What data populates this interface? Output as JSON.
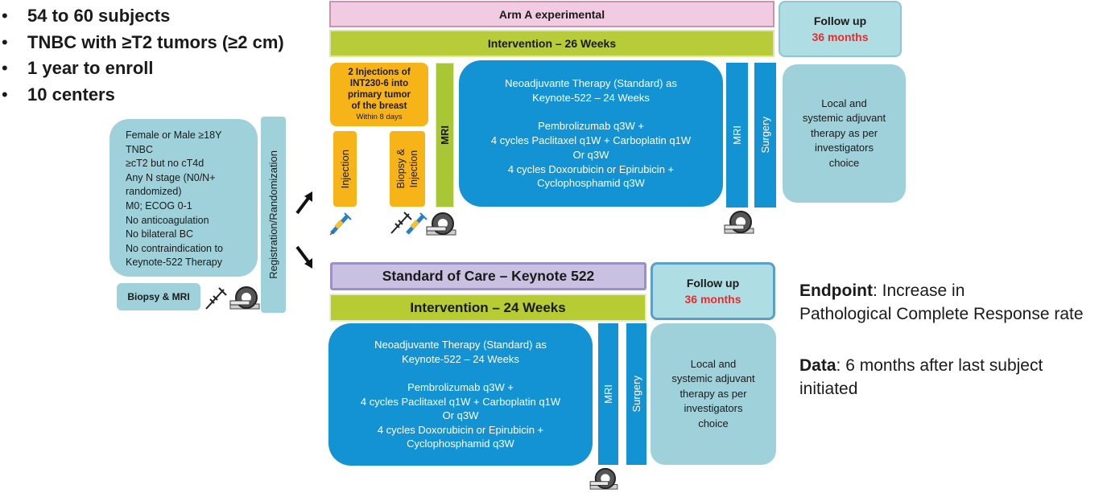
{
  "bullets": [
    "54 to 60 subjects",
    "TNBC with ≥T2 tumors (≥2 cm)",
    "1 year to enroll",
    "10 centers"
  ],
  "eligibility": [
    "Female or Male ≥18Y",
    "TNBC",
    "≥cT2 but no cT4d",
    "Any N stage (N0/N+",
    "randomized)",
    "M0; ECOG 0-1",
    "No anticoagulation",
    "No bilateral BC",
    "No contraindication to",
    "Keynote-522 Therapy"
  ],
  "screening": {
    "label": "Biopsy & MRI"
  },
  "registration": "Registration/Randomization",
  "arm_a": {
    "title": "Arm A experimental",
    "intervention": "Intervention – 26 Weeks",
    "injections_title": [
      "2 Injections of",
      "INT230-6 into",
      "primary tumor",
      "of the breast"
    ],
    "injections_window": "Within 8 days",
    "injection": "Injection",
    "biopsy_injection_line1": "Biopsy &",
    "biopsy_injection_line2": "Injection",
    "mri_1": "MRI",
    "therapy": [
      "Neoadjuvante Therapy (Standard) as",
      "Keynote-522 – 24 Weeks",
      "",
      "Pembrolizumab q3W +",
      "4 cycles Paclitaxel q1W + Carboplatin q1W",
      "Or q3W",
      "4 cycles Doxorubicin or Epirubicin +",
      "Cyclophosphamid  q3W"
    ],
    "mri_2": "MRI",
    "surgery": "Surgery",
    "followup_title": "Follow up",
    "followup_months": "36 months",
    "adjuvant": [
      "Local and",
      "systemic adjuvant",
      "therapy as per",
      "investigators",
      "choice"
    ]
  },
  "arm_b": {
    "title": "Standard of Care  – Keynote 522",
    "intervention": "Intervention – 24 Weeks",
    "therapy": [
      "Neoadjuvante Therapy (Standard) as",
      "Keynote-522 – 24 Weeks",
      "",
      "Pembrolizumab q3W +",
      "4 cycles Paclitaxel q1W + Carboplatin q1W",
      "Or q3W",
      "4 cycles Doxorubicin or Epirubicin +",
      "Cyclophosphamid  q3W"
    ],
    "mri": "MRI",
    "surgery": "Surgery",
    "followup_title": "Follow up",
    "followup_months": "36 months",
    "adjuvant": [
      "Local and",
      "systemic adjuvant",
      "therapy as per",
      "investigators",
      "choice"
    ]
  },
  "endpoint": {
    "label": "Endpoint",
    "text": ": Increase in",
    "text2": "Pathological Complete Response rate"
  },
  "data_note": {
    "label": "Data",
    "text": ": 6 months after last subject",
    "text2": "initiated"
  },
  "colors": {
    "blue": "#1393d3",
    "teal": "#9fd1db",
    "green": "#b8cc3a",
    "orange": "#f7b419",
    "pink": "#f1cbe2",
    "lavender": "#c9c1e2",
    "red": "#e03030"
  },
  "icons": [
    "syringe-icon",
    "mri-scanner-icon",
    "arrow-up-right-icon",
    "arrow-down-right-icon"
  ]
}
